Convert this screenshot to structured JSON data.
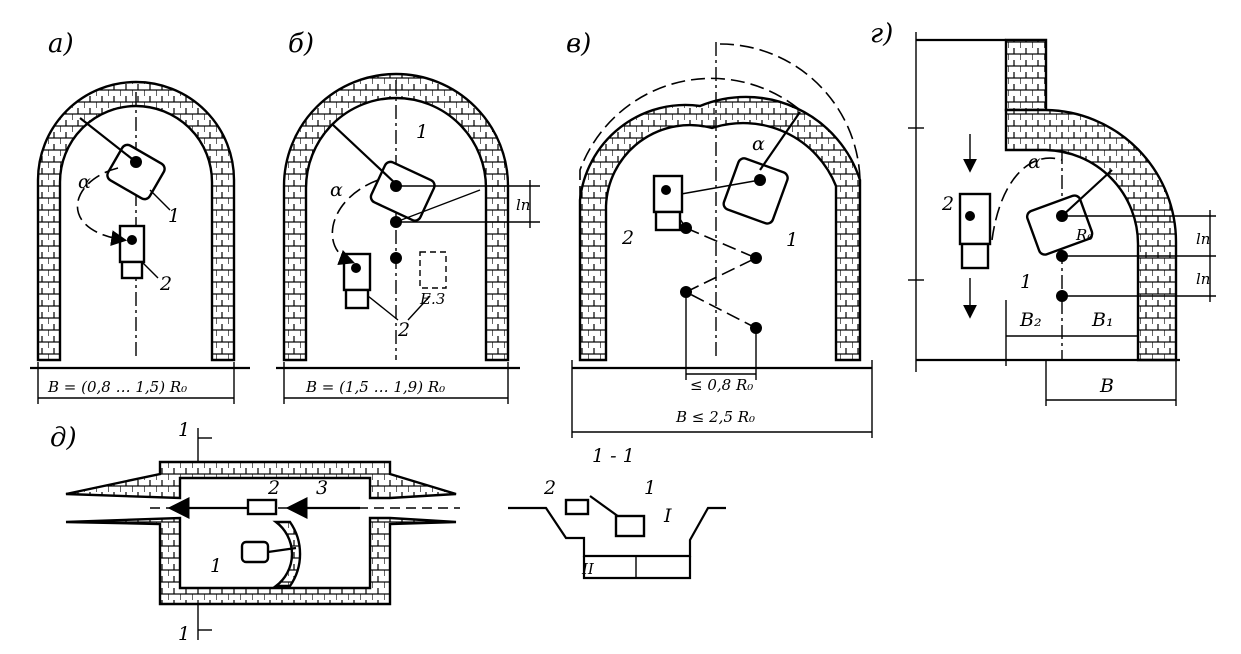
{
  "labels": {
    "a": "а)",
    "b": "б)",
    "v": "в)",
    "g": "г)",
    "d": "д)",
    "section": "1 - 1"
  },
  "dims": {
    "a_width": "B = (0,8 … 1,5) R₀",
    "b_width": "B = (1,5 … 1,9) R₀",
    "v_width": "B ≤ 2,5 R₀",
    "v_step": "≤ 0,8 R₀",
    "ln": "lп",
    "B": "B",
    "B1": "B₁",
    "B2": "B₂",
    "R0": "R₀",
    "alpha": "α"
  },
  "marks": {
    "one": "1",
    "two": "2",
    "three": "3",
    "es": "Е.З",
    "I": "I",
    "II": "II",
    "sec1": "1"
  }
}
